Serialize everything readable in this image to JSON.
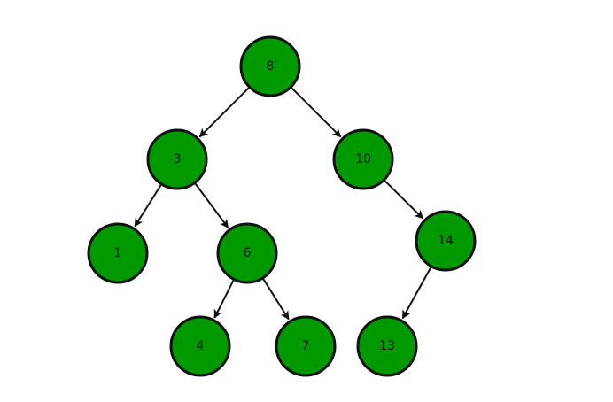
{
  "diagram": {
    "node_color": "#009900",
    "outline_color": "#111111",
    "nodes": [
      {
        "id": "n8",
        "label": "8"
      },
      {
        "id": "n3",
        "label": "3"
      },
      {
        "id": "n10",
        "label": "10"
      },
      {
        "id": "n1",
        "label": "1"
      },
      {
        "id": "n6",
        "label": "6"
      },
      {
        "id": "n14",
        "label": "14"
      },
      {
        "id": "n4",
        "label": "4"
      },
      {
        "id": "n7",
        "label": "7"
      },
      {
        "id": "n13",
        "label": "13"
      }
    ],
    "edges": [
      {
        "from": "n8",
        "to": "n3"
      },
      {
        "from": "n8",
        "to": "n10"
      },
      {
        "from": "n3",
        "to": "n1"
      },
      {
        "from": "n3",
        "to": "n6"
      },
      {
        "from": "n10",
        "to": "n14"
      },
      {
        "from": "n6",
        "to": "n4"
      },
      {
        "from": "n6",
        "to": "n7"
      },
      {
        "from": "n14",
        "to": "n13"
      }
    ]
  }
}
